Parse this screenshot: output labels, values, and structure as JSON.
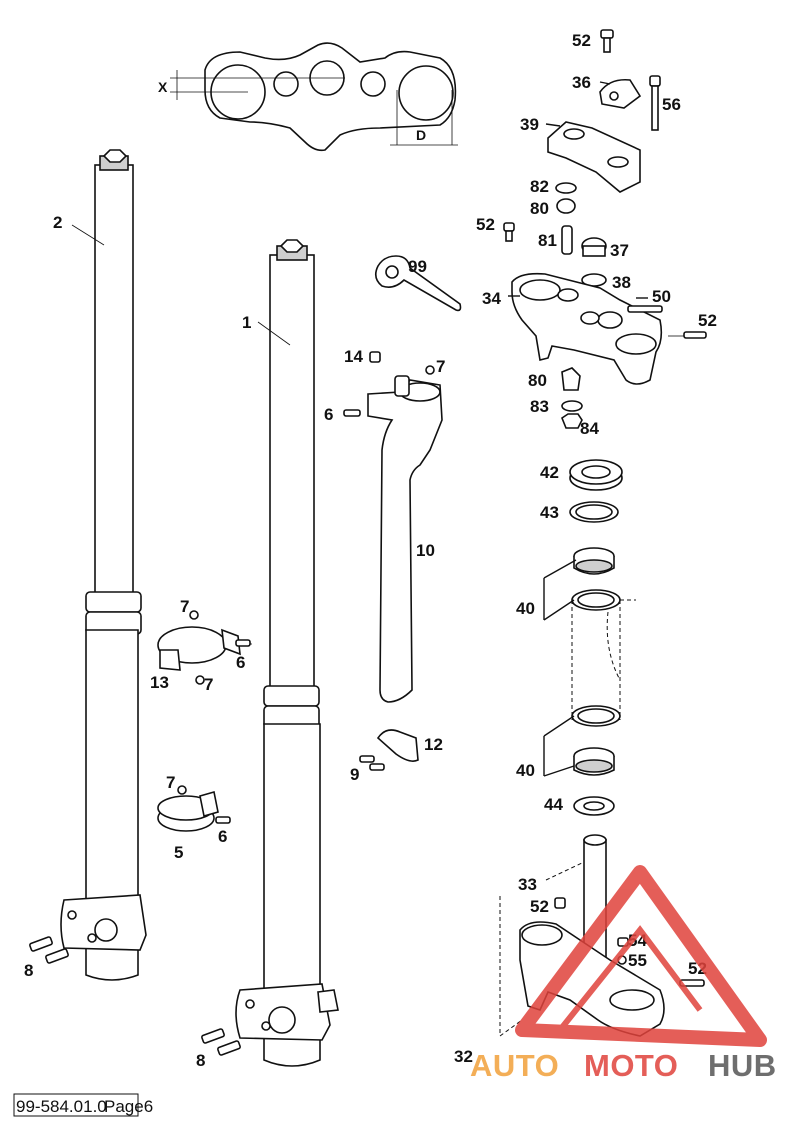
{
  "dimensions": {
    "x_label": "X",
    "d_label": "D"
  },
  "callouts": {
    "c1": "1",
    "c2": "2",
    "c5": "5",
    "c6a": "6",
    "c6b": "6",
    "c6c": "6",
    "c7a": "7",
    "c7b": "7",
    "c7c": "7",
    "c7d": "7",
    "c8a": "8",
    "c8b": "8",
    "c9": "9",
    "c10": "10",
    "c12": "12",
    "c13": "13",
    "c14": "14",
    "c32": "32",
    "c33": "33",
    "c34": "34",
    "c36": "36",
    "c37": "37",
    "c38": "38",
    "c39": "39",
    "c40a": "40",
    "c40b": "40",
    "c42": "42",
    "c43": "43",
    "c44": "44",
    "c50": "50",
    "c52a": "52",
    "c52b": "52",
    "c52c": "52",
    "c52d": "52",
    "c52e": "52",
    "c54": "54",
    "c55": "55",
    "c56": "56",
    "c80a": "80",
    "c80b": "80",
    "c81": "81",
    "c82": "82",
    "c83": "83",
    "c84": "84",
    "c99": "99"
  },
  "footer": {
    "part_ref": "99-584.01.0",
    "page_label": "Page6"
  },
  "watermark": {
    "auto": "AUTO",
    "moto": "MOTO",
    "hub": "HUB"
  },
  "colors": {
    "watermark_red": "#e0433c",
    "watermark_orange": "#f2a03a",
    "watermark_gray": "#555555"
  }
}
